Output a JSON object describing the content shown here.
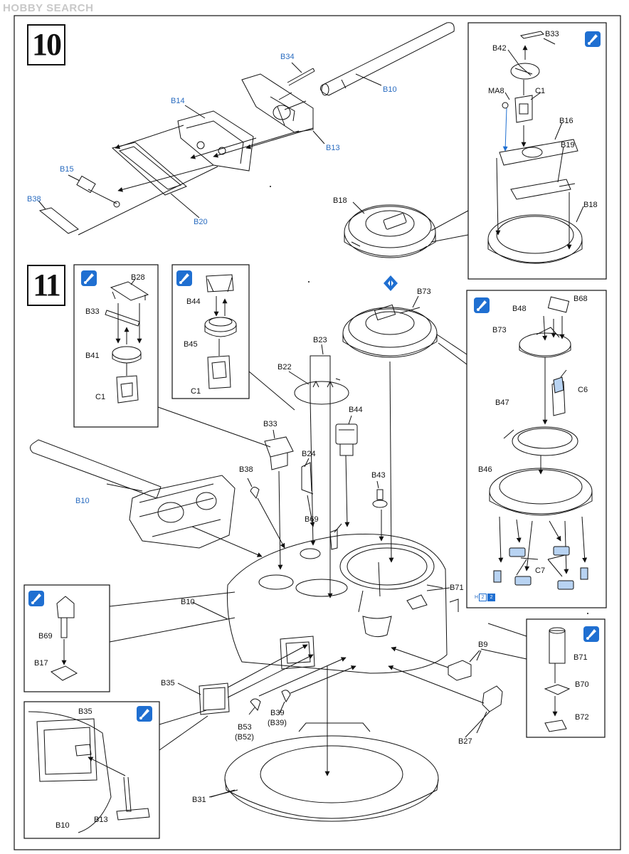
{
  "header": {
    "logo_text": "HOBBY SEARCH"
  },
  "steps": {
    "step10": "10",
    "step11": "11"
  },
  "colors": {
    "callout_blue": "#1f6fd1",
    "highlight_part": "#b8d3f2",
    "line": "#111111"
  },
  "icons": {
    "detail": "pen-marker-icon",
    "orientation": "flip-arrows-icon"
  },
  "badge": {
    "prefix": "H",
    "n1": "2",
    "n2": "2"
  },
  "step10_labels": {
    "b34": "B34",
    "b10": "B10",
    "b14": "B14",
    "b13": "B13",
    "b15": "B15",
    "b38": "B38",
    "b20": "B20",
    "b18": "B18"
  },
  "step10_detail": {
    "b33": "B33",
    "b42": "B42",
    "ma8": "MA8",
    "c1": "C1",
    "b16": "B16",
    "b19": "B19",
    "b18": "B18"
  },
  "step11_labels": {
    "b73": "B73",
    "b23": "B23",
    "b22": "B22",
    "b44": "B44",
    "b33": "B33",
    "b24": "B24",
    "b38": "B38",
    "b43": "B43",
    "b10a": "B10",
    "b69": "B69",
    "b71": "B71",
    "b10b": "B10",
    "b9": "B9",
    "b35": "B35",
    "b39": "B39",
    "b39p": "(B39)",
    "b53": "B53",
    "b53p": "(B52)",
    "b27": "B27",
    "b31": "B31"
  },
  "detail_b28": {
    "b28": "B28",
    "b33": "B33",
    "b41": "B41",
    "c1": "C1"
  },
  "detail_b44": {
    "b44": "B44",
    "b45": "B45",
    "c1": "C1"
  },
  "detail_b73": {
    "b68": "B68",
    "b48": "B48",
    "b73": "B73",
    "c6": "C6",
    "b47": "B47",
    "b46": "B46",
    "c7": "C7"
  },
  "detail_b69": {
    "b69": "B69",
    "b17": "B17"
  },
  "detail_b35": {
    "b35": "B35",
    "b10": "B10",
    "b13": "B13"
  },
  "detail_b71": {
    "b71": "B71",
    "b70": "B70",
    "b72": "B72"
  }
}
